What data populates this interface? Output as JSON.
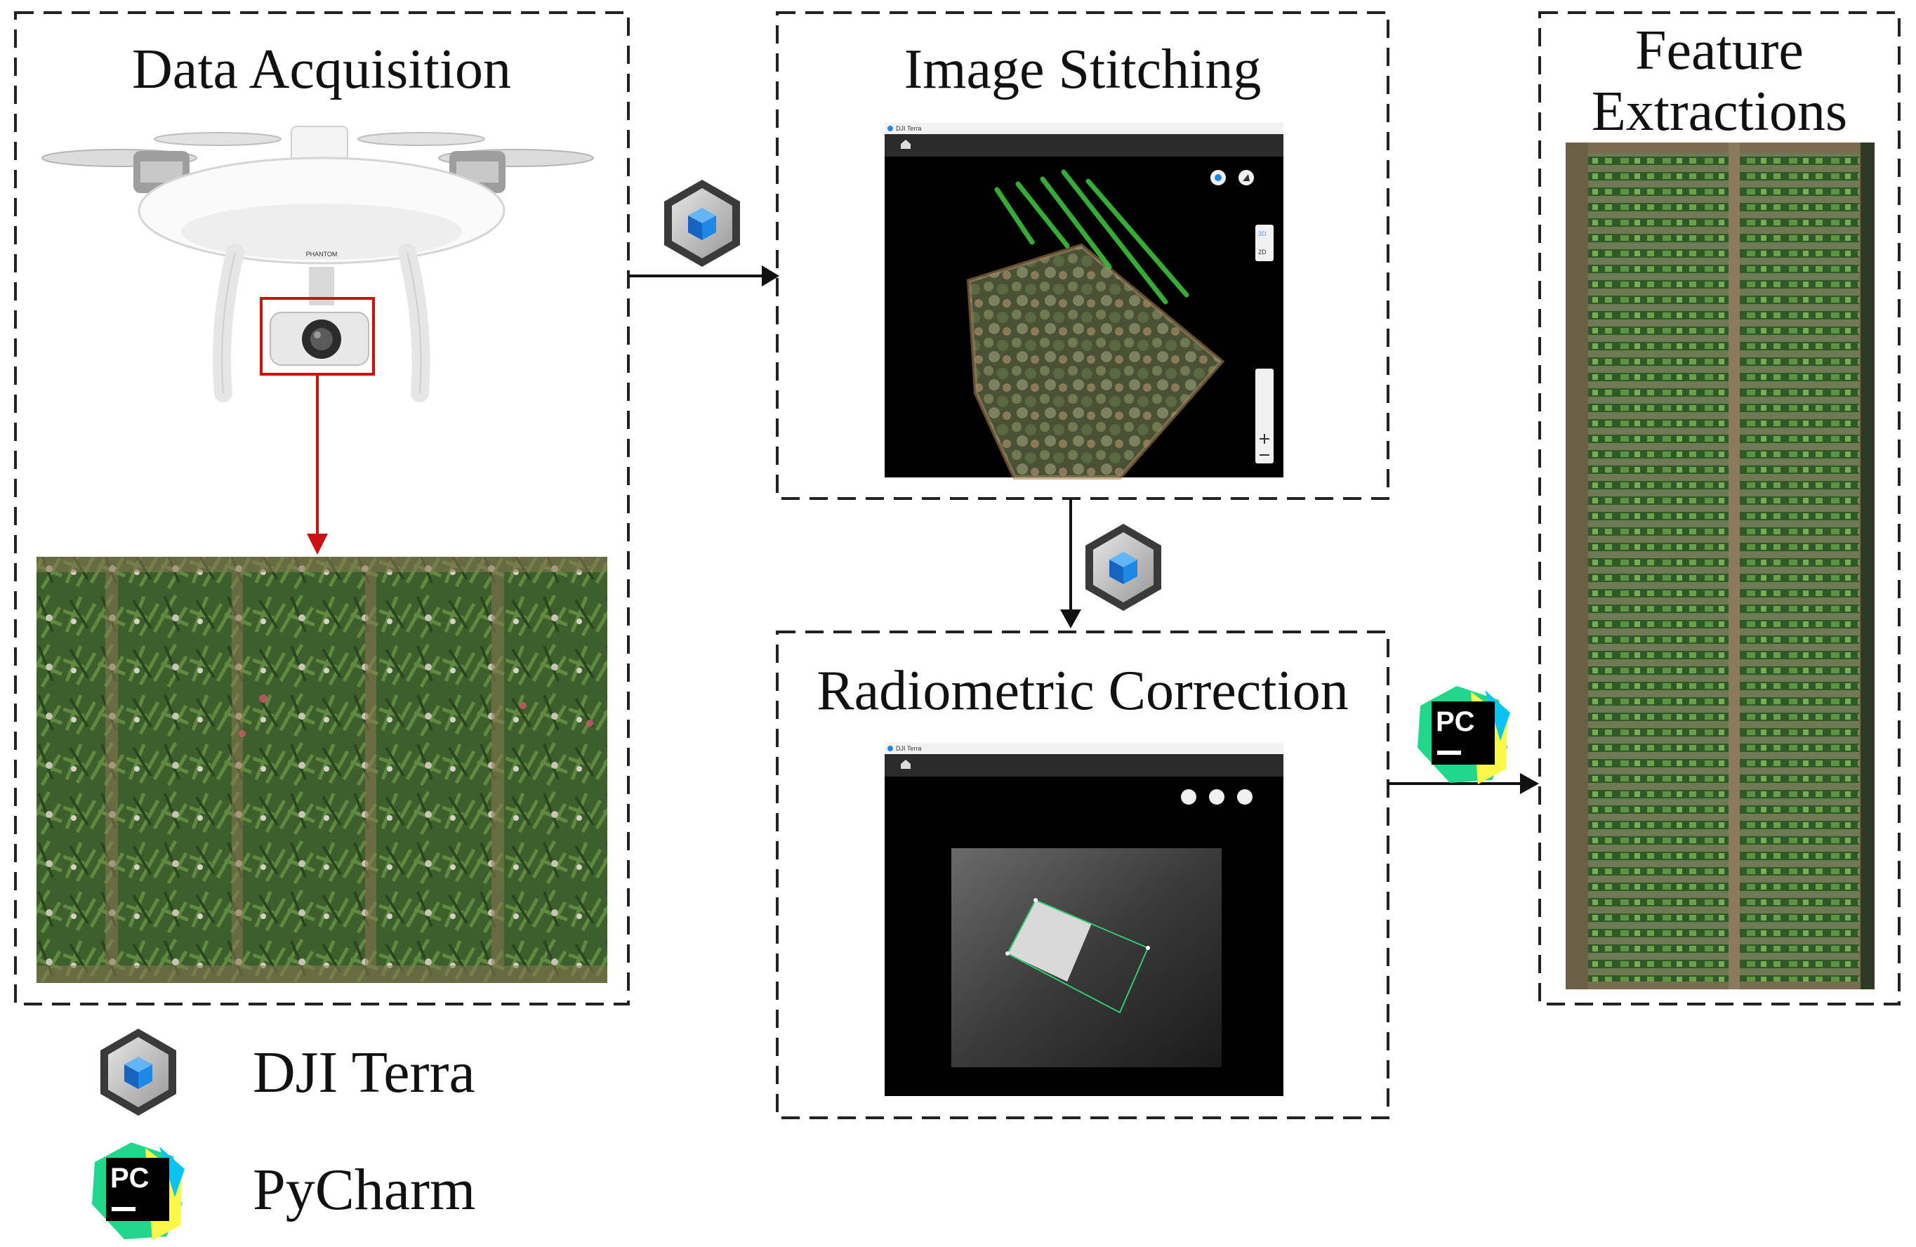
{
  "stages": {
    "data_acquisition": {
      "title": "Data Acquisition"
    },
    "image_stitching": {
      "title": "Image Stitching"
    },
    "radiometric_correction": {
      "title": "Radiometric Correction"
    },
    "feature_extractions": {
      "title_line1": "Feature",
      "title_line2": "Extractions"
    }
  },
  "legend": {
    "dji_terra": {
      "label": "DJI Terra",
      "icon": "dji-terra-icon"
    },
    "pycharm": {
      "label": "PyCharm",
      "icon": "pycharm-icon"
    }
  },
  "drone": {
    "brand_text": "PHANTOM"
  },
  "screenshots": {
    "app_title": "DJI Terra",
    "stitching_side_buttons": [
      "3D",
      "2D"
    ]
  },
  "icon_text": {
    "pycharm": "PC"
  },
  "colors": {
    "border": "#222222",
    "highlight_red": "#cc1111",
    "arrow_black": "#111111",
    "canopy_green": "#3f6a2a",
    "soil_brown": "#7a6648",
    "cube_blue": "#1e88e5",
    "pycharm_green": "#21d789",
    "pycharm_yellow": "#fcf84a",
    "pycharm_cyan": "#07c3f2"
  }
}
